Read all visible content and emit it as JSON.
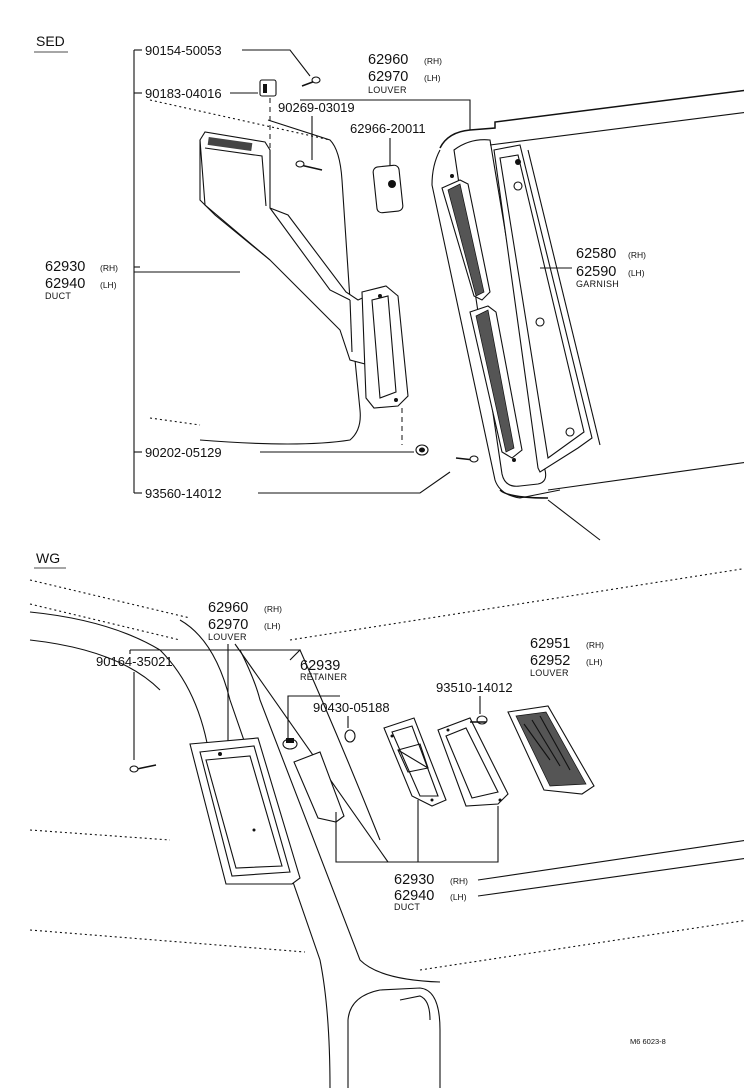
{
  "sections": {
    "sed": "SED",
    "wg": "WG"
  },
  "sed": {
    "screw_top": "90154-50053",
    "clip": "90183-04016",
    "screw_mid": "90269-03019",
    "louver_rh": "62960",
    "louver_lh": "62970",
    "rh": "(RH)",
    "lh": "(LH)",
    "louver_name": "LOUVER",
    "retainer_part": "62966-20011",
    "duct_rh": "62930",
    "duct_lh": "62940",
    "duct_name": "DUCT",
    "garnish_rh": "62580",
    "garnish_lh": "62590",
    "garnish_name": "GARNISH",
    "nut": "90202-05129",
    "screw_bottom": "93560-14012"
  },
  "wg": {
    "louver_rh": "62960",
    "louver_lh": "62970",
    "rh": "(RH)",
    "lh": "(LH)",
    "louver_name": "LOUVER",
    "screw_left": "90164-35021",
    "retainer_part": "62939",
    "retainer_name": "RETAINER",
    "nut": "90430-05188",
    "screw_right": "93510-14012",
    "louver2_rh": "62951",
    "louver2_lh": "62952",
    "louver2_name": "LOUVER",
    "duct_rh": "62930",
    "duct_lh": "62940",
    "duct_name": "DUCT"
  },
  "figure_code": "M6 6023-8"
}
